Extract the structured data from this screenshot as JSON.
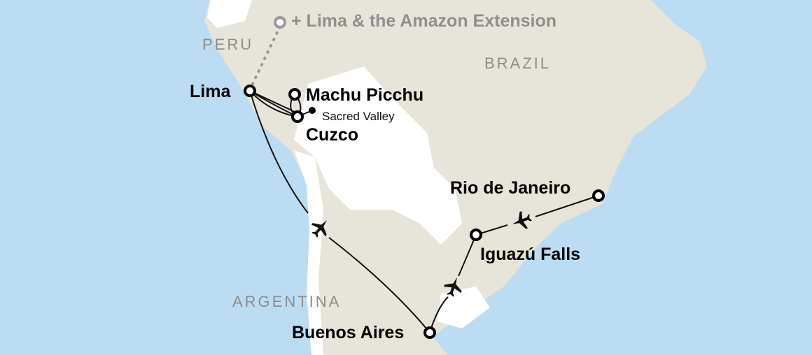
{
  "colors": {
    "ocean": "#bcdcf3",
    "land": "#e7e5d9",
    "neighbor": "#ffffff",
    "route": "#111111",
    "extension": "#999999"
  },
  "countries": {
    "peru": "PERU",
    "brazil": "BRAZIL",
    "argentina": "ARGENTINA"
  },
  "extension_label": "+ Lima & the Amazon Extension",
  "cities": {
    "lima": "Lima",
    "machu_picchu": "Machu Picchu",
    "sacred_valley": "Sacred Valley",
    "cuzco": "Cuzco",
    "rio": "Rio de Janeiro",
    "iguazu": "Iguazú Falls",
    "buenos_aires": "Buenos Aires"
  },
  "icons": [
    "airplane-icon",
    "city-marker-icon"
  ]
}
